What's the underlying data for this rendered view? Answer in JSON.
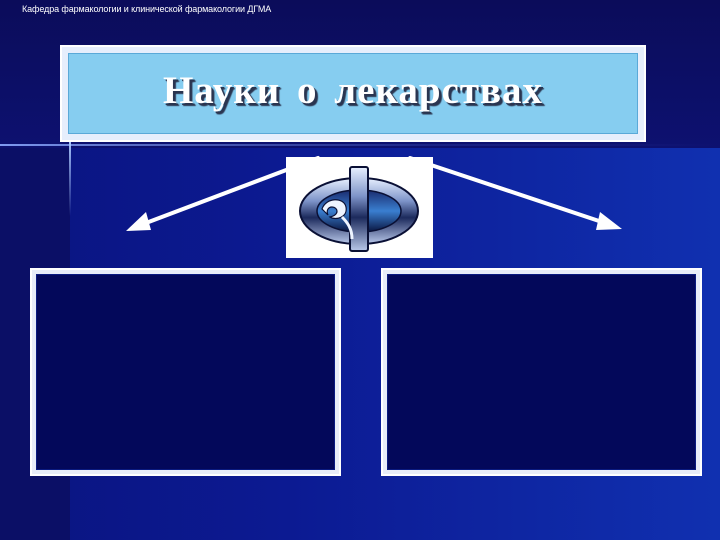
{
  "header": {
    "department": "Кафедра фармакологии и клинической фармакологии ДГМА"
  },
  "title": {
    "text": "Науки о лекарствах"
  },
  "logo": {
    "letter": "Ф",
    "icon": "pharmacy-logo-icon"
  },
  "colors": {
    "background": "#0a0f6e",
    "title_fill": "#86cdf0",
    "panel_fill": "#03085a",
    "arrow": "#ffffff"
  }
}
